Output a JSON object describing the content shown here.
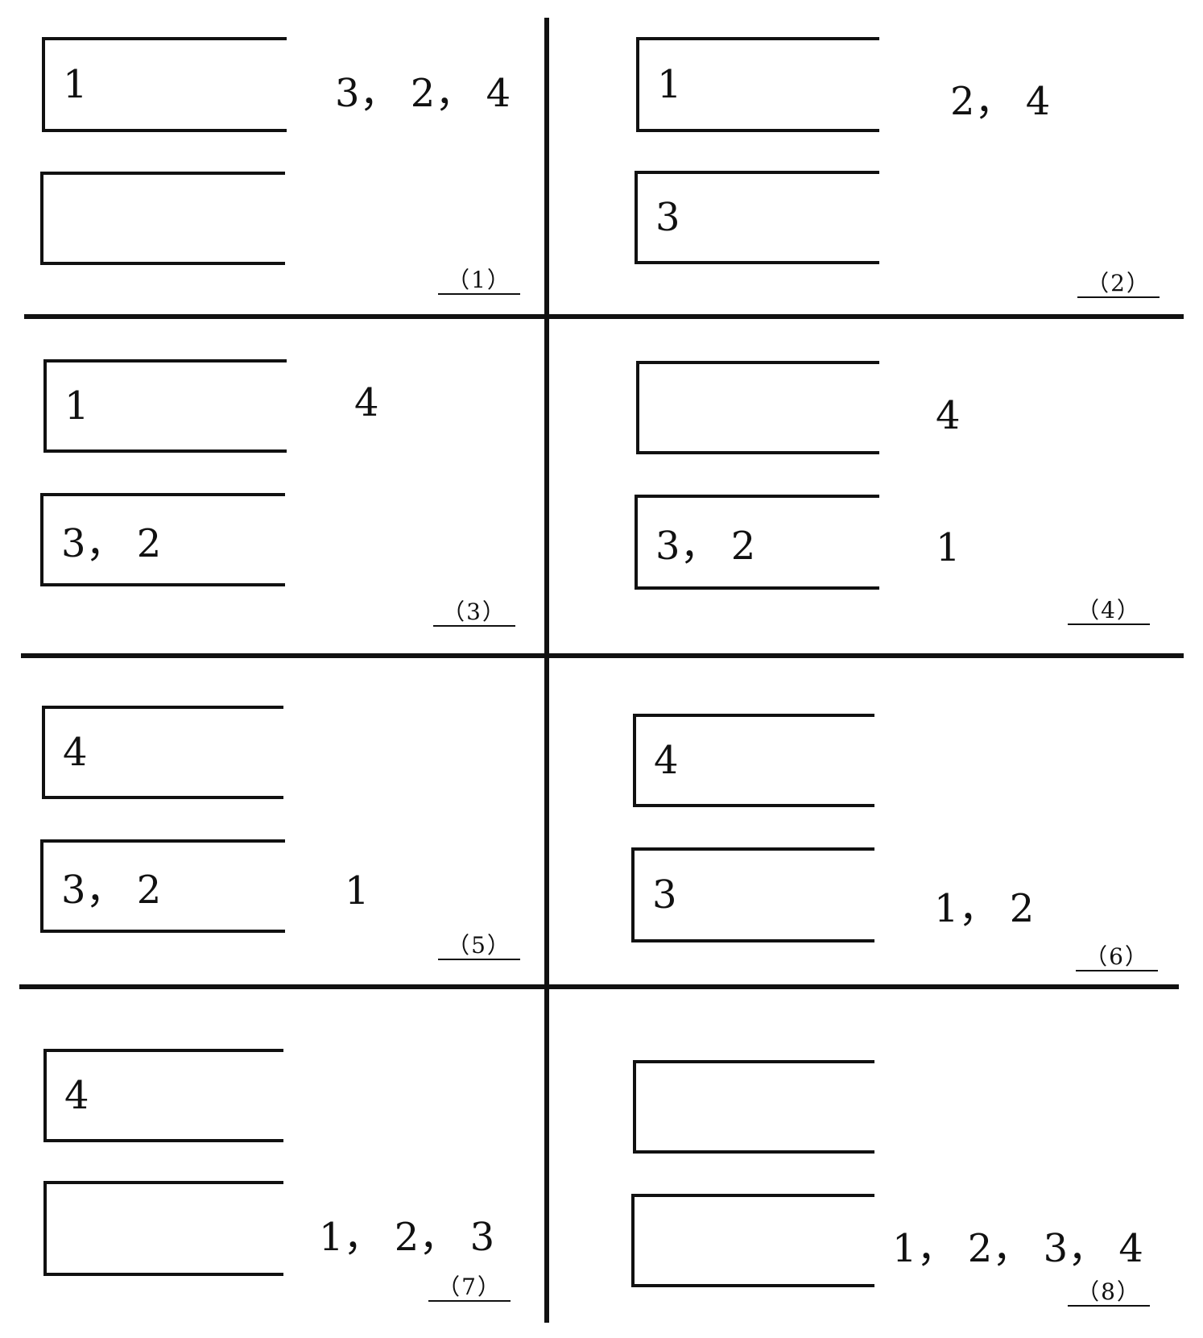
{
  "panels": [
    {
      "caption": "（1）",
      "box_top": "1",
      "box_bottom": "",
      "outside_top": "3， 2， 4",
      "outside_bottom": ""
    },
    {
      "caption": "（2）",
      "box_top": "1",
      "box_bottom": "3",
      "outside_top": "2， 4",
      "outside_bottom": ""
    },
    {
      "caption": "（3）",
      "box_top": "1",
      "box_bottom": "3， 2",
      "outside_top": "4",
      "outside_bottom": ""
    },
    {
      "caption": "（4）",
      "box_top": "",
      "box_bottom": "3， 2",
      "outside_top": "4",
      "outside_bottom": "1"
    },
    {
      "caption": "（5）",
      "box_top": "4",
      "box_bottom": "3， 2",
      "outside_top": "",
      "outside_bottom": "1"
    },
    {
      "caption": "（6）",
      "box_top": "4",
      "box_bottom": "3",
      "outside_top": "",
      "outside_bottom": "1， 2"
    },
    {
      "caption": "（7）",
      "box_top": "4",
      "box_bottom": "",
      "outside_top": "",
      "outside_bottom": "1， 2， 3"
    },
    {
      "caption": "（8）",
      "box_top": "",
      "box_bottom": "",
      "outside_top": "",
      "outside_bottom": "1， 2， 3， 4"
    }
  ]
}
